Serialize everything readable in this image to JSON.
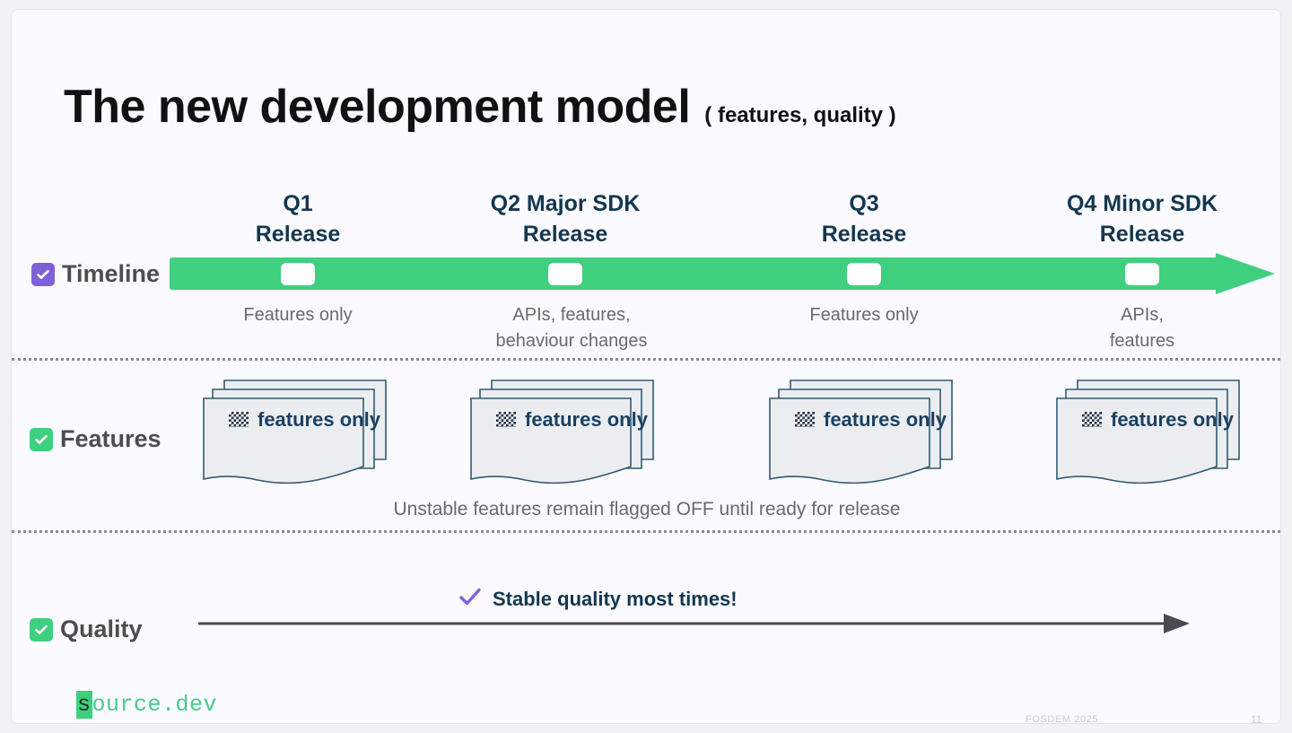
{
  "slide": {
    "title_main": "The new development model",
    "title_sub": "( features, quality )"
  },
  "rows": {
    "timeline": {
      "label": "Timeline",
      "checkbox_color": "#7e61d6",
      "checkbox_icon": "checkbox-checked-icon"
    },
    "features": {
      "label": "Features",
      "checkbox_color": "#3ecf7f",
      "checkbox_icon": "checkbox-checked-icon"
    },
    "quality": {
      "label": "Quality",
      "checkbox_color": "#3ecf7f",
      "checkbox_icon": "checkbox-checked-icon"
    }
  },
  "timeline": {
    "bar_color": "#3ecf7f",
    "marker_color": "#ffffff",
    "quarters": [
      {
        "title": "Q1\nRelease",
        "desc": "Features only"
      },
      {
        "title": "Q2 Major SDK\nRelease",
        "desc": "APIs, features,\nbehaviour changes"
      },
      {
        "title": "Q3\nRelease",
        "desc": "Features only"
      },
      {
        "title": "Q4 Minor SDK\nRelease",
        "desc": "APIs,\nfeatures"
      }
    ]
  },
  "features": {
    "cards": [
      {
        "icon": "checkerboard-icon",
        "text": "features only"
      },
      {
        "icon": "checkerboard-icon",
        "text": "features only"
      },
      {
        "icon": "checkerboard-icon",
        "text": "features only"
      },
      {
        "icon": "checkerboard-icon",
        "text": "features only"
      }
    ],
    "caption": "Unstable features remain flagged OFF until ready for release"
  },
  "quality": {
    "note": "Stable quality most times!",
    "note_icon": "check-mark-icon",
    "note_icon_color": "#7e61d6",
    "arrow_color": "#4a4a52"
  },
  "footer": {
    "logo_first": "s",
    "logo_rest": "ource.dev",
    "event": "FOSDEM 2025",
    "page": "11"
  }
}
